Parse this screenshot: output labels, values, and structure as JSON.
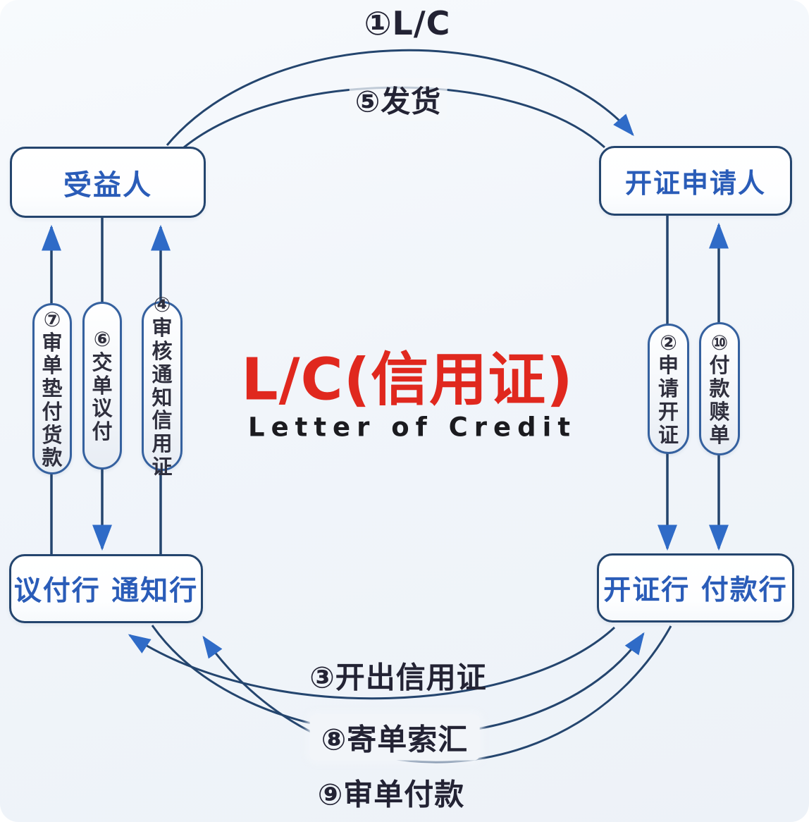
{
  "diagram": {
    "title": "L/C(信用证)",
    "subtitle": "Letter of Credit",
    "nodes": {
      "beneficiary": "受益人",
      "applicant": "开证申请人",
      "negotiating_advising_bank": "议付行 通知行",
      "issuing_paying_bank": "开证行 付款行"
    },
    "flows": {
      "step1_lc": "①L/C",
      "step5_ship_goods": "⑤发货",
      "step3_issue_lc": "③开出信用证",
      "step8_send_docs_claim": "⑧寄单索汇",
      "step9_examine_docs_pay": "⑨审单付款",
      "step7_examine_docs_advance_payment": "⑦审单垫付货款",
      "step6_present_docs_negotiate": "⑥交单议付",
      "step4_verify_advise_lc": "④审核通知信用证",
      "step2_apply_open_lc": "②申请开证",
      "step10_pay_redeem_docs": "⑩付款赎单"
    },
    "colors": {
      "line": "#24456e",
      "arrowhead": "#2f6bc7",
      "node_border": "#24456e",
      "node_text": "#2a5cb8",
      "pill_border": "#35619f",
      "pill_text": "#2f2f3d",
      "label_text": "#232334",
      "title_red": "#e0281e",
      "subtitle_dark": "#1b1b1f",
      "background": "#f1f5fa"
    }
  }
}
